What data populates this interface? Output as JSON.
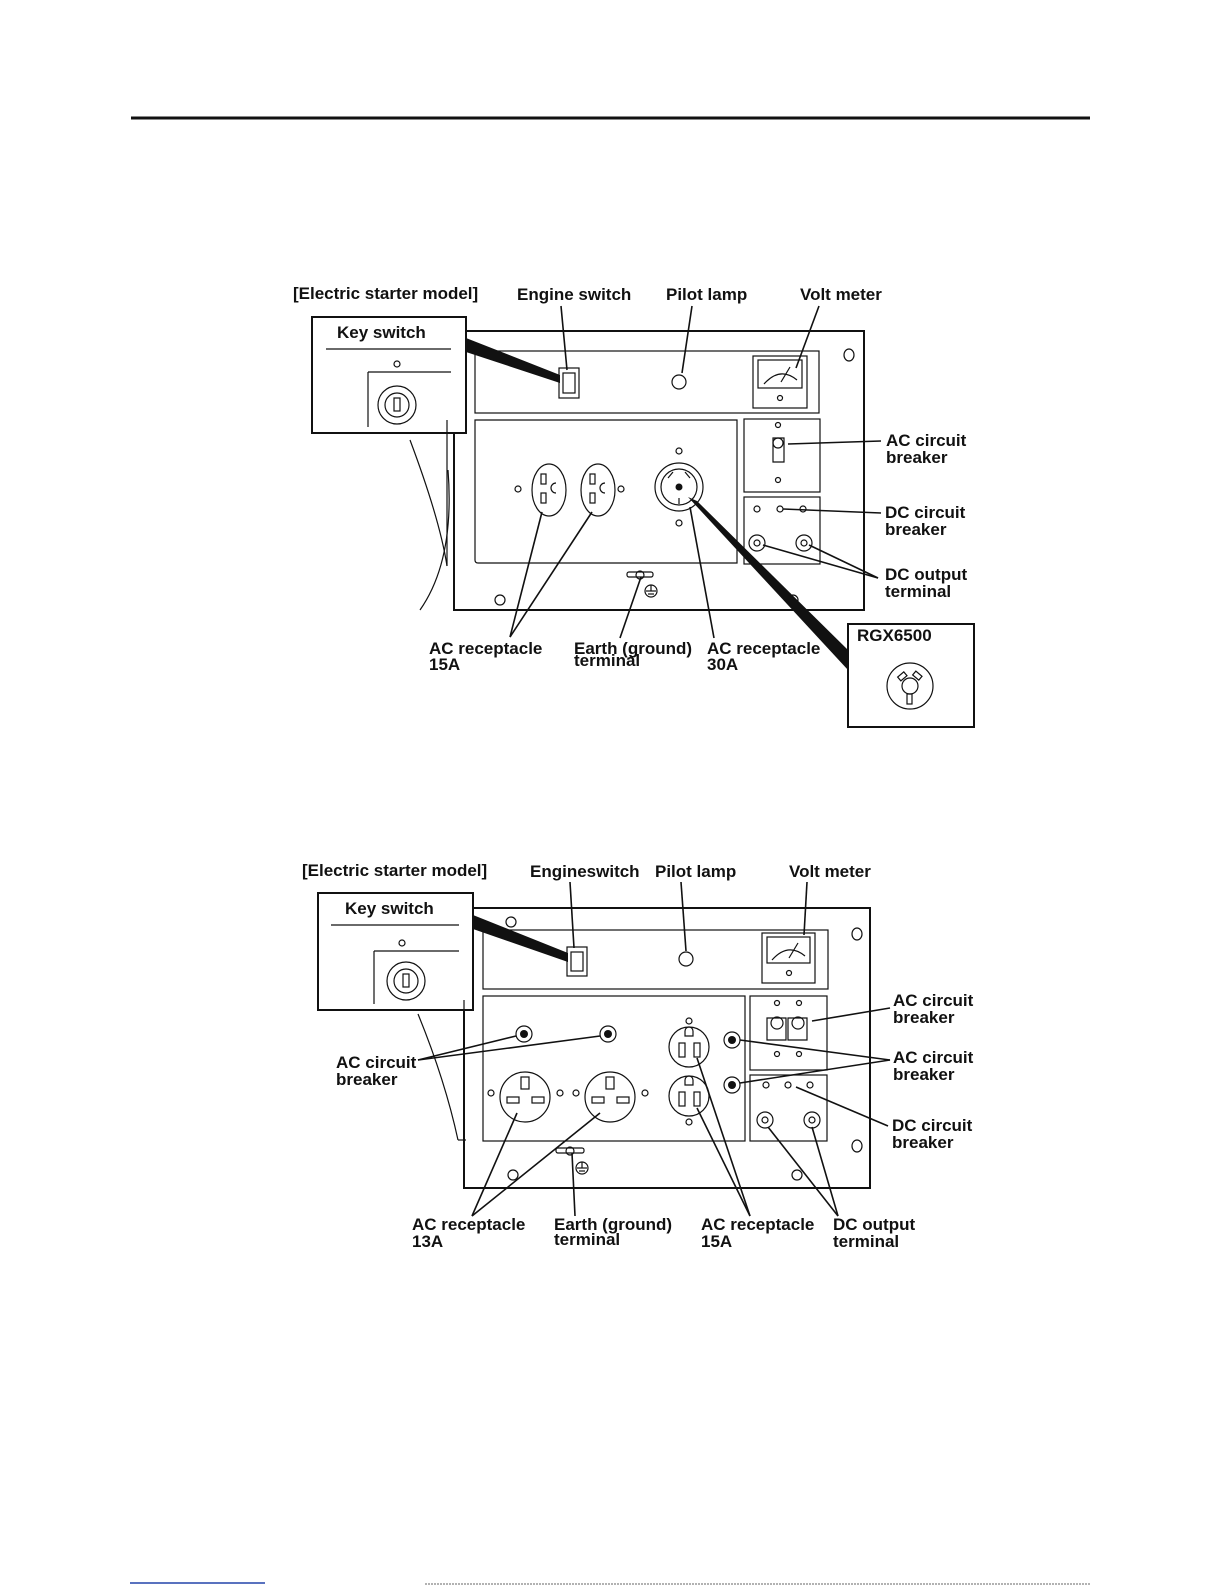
{
  "diagram1": {
    "electric_starter_label": "[Electric starter model]",
    "key_switch": "Key switch",
    "engine_switch": "Engine switch",
    "pilot_lamp": "Pilot lamp",
    "volt_meter": "Volt meter",
    "ac_circuit_breaker": [
      "AC circuit",
      "breaker"
    ],
    "dc_circuit_breaker": [
      "DC circuit",
      "breaker"
    ],
    "dc_output_terminal": [
      "DC output",
      "terminal"
    ],
    "ac_receptacle_15a": [
      "AC receptacle",
      "15A"
    ],
    "earth_terminal": [
      "Earth (ground)",
      "terminal"
    ],
    "ac_receptacle_30a": [
      "AC receptacle",
      "30A"
    ],
    "model_inset": "RGX6500"
  },
  "diagram2": {
    "electric_starter_label": "[Electric starter model]",
    "key_switch": "Key switch",
    "engine_switch": "Engineswitch",
    "pilot_lamp": "Pilot lamp",
    "volt_meter": "Volt meter",
    "ac_circuit_breaker_top": [
      "AC circuit",
      "breaker"
    ],
    "ac_circuit_breaker_mid": [
      "AC circuit",
      "breaker"
    ],
    "ac_circuit_breaker_left": [
      "AC circuit",
      "breaker"
    ],
    "dc_circuit_breaker": [
      "DC circuit",
      "breaker"
    ],
    "ac_receptacle_13a": [
      "AC receptacle",
      "13A"
    ],
    "earth_terminal": [
      "Earth (ground)",
      "terminal"
    ],
    "ac_receptacle_15a": [
      "AC receptacle",
      "15A"
    ],
    "dc_output_terminal": [
      "DC output",
      "terminal"
    ]
  }
}
